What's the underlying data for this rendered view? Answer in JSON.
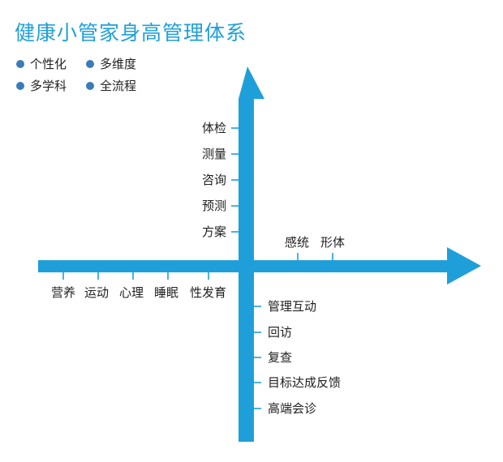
{
  "title": "健康小管家身高管理体系",
  "features": [
    "个性化",
    "多维度",
    "多学科",
    "全流程"
  ],
  "colors": {
    "arrow": "#1f9fd9",
    "title": "#1f9fd9",
    "dot": "#3a7cb8",
    "text": "#1f1f1f"
  },
  "axis_up": [
    "体检",
    "测量",
    "咨询",
    "预测",
    "方案"
  ],
  "axis_right": [
    "感统",
    "形体"
  ],
  "axis_left": [
    "营养",
    "运动",
    "心理",
    "睡眠",
    "性发育"
  ],
  "axis_down": [
    "管理互动",
    "回访",
    "复查",
    "目标达成反馈",
    "高端会诊"
  ]
}
